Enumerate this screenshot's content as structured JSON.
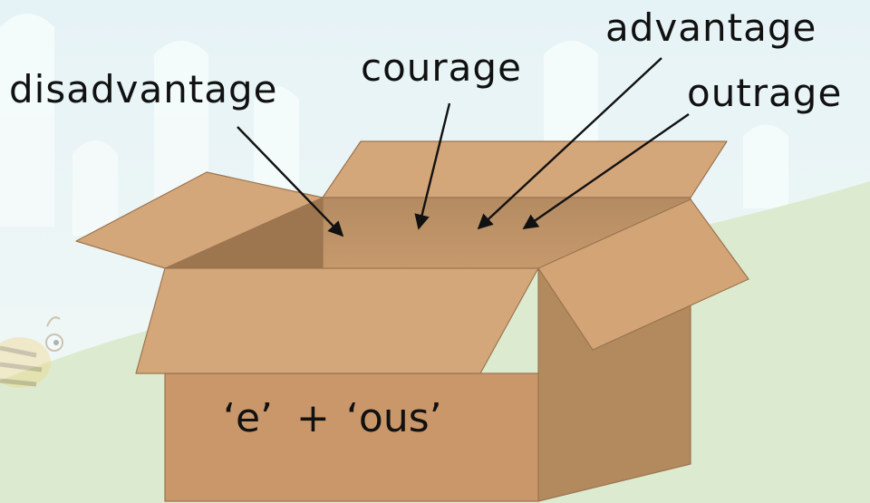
{
  "words": {
    "disadvantage": "disadvantage",
    "courage": "courage",
    "advantage": "advantage",
    "outrage": "outrage"
  },
  "formula": {
    "part1": "‘e’",
    "plus": "+",
    "part2": "‘ous’"
  },
  "colors": {
    "sky": "#eaf5f7",
    "grass": "#dcebcf",
    "box_flap": "#d4a77a",
    "box_front": "#c9976a",
    "box_side": "#b38a5e",
    "box_inner": "#a07a54",
    "box_edge": "#9b7550",
    "text": "#111111"
  },
  "icons": [
    "bee-icon"
  ]
}
